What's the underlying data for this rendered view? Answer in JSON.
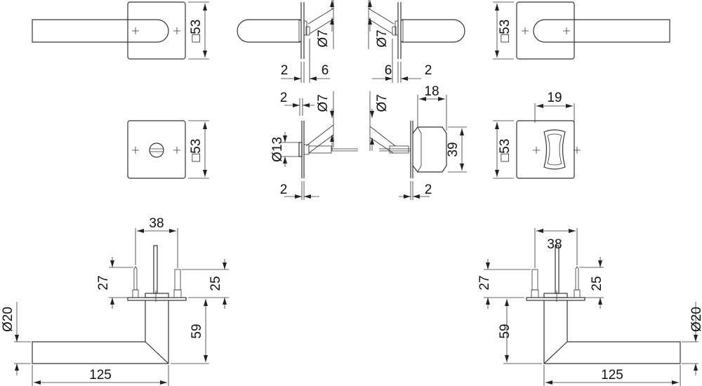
{
  "drawing": {
    "title": "Door lever handle set on square rose - dimension drawing",
    "dimensions": {
      "rose_top_left": "□53",
      "rose_top_right": "□53",
      "rose_mid_left": "□53",
      "rose_mid_right": "□53",
      "side1_dia": "Ø7",
      "side1_plate": "2",
      "side1_depth": "6",
      "side2_dia": "Ø7",
      "side2_plate": "2",
      "side2_depth": "6",
      "side3_plate_top": "2",
      "side3_dia": "Ø7",
      "side3_knob": "Ø13",
      "side3_plate_bottom": "2",
      "side4_dia": "Ø7",
      "side4_width": "18",
      "side4_height": "39",
      "side4_plate": "2",
      "thumbturn_width": "19",
      "left_screw_spacing": "38",
      "left_screw_height_a": "27",
      "left_screw_height_b": "25",
      "left_projection": "59",
      "left_grip_dia": "Ø20",
      "left_length": "125",
      "right_screw_spacing": "38",
      "right_screw_height_a": "27",
      "right_screw_height_b": "25",
      "right_projection": "59",
      "right_grip_dia": "Ø20",
      "right_length": "125"
    }
  }
}
